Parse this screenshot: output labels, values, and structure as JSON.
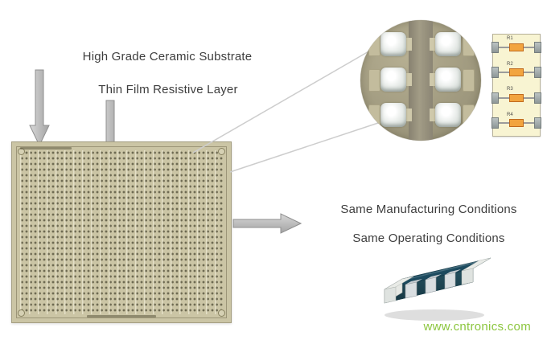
{
  "labels": {
    "heading_substrate": "High Grade Ceramic Substrate",
    "heading_thin_film": "Thin Film Resistive Layer",
    "heading_manufacturing": "Same Manufacturing Conditions",
    "heading_operating": "Same Operating Conditions"
  },
  "schematic": {
    "resistors": [
      "R1",
      "R2",
      "R3",
      "R4"
    ]
  },
  "watermark": {
    "text": "www.cntronics.com",
    "color": "#8cc63e"
  },
  "colors": {
    "heading_text": "#3e3e3e",
    "arrow_gray": "#b5b5b5",
    "substrate_base": "#cbc5a5",
    "magnifier_base": "#a39d81",
    "schematic_card": "#f8f4d2",
    "resistor_body": "#f2a43f",
    "chip_top": "#1c4a5e",
    "terminal_silver": "#d9dee1"
  },
  "icons": {
    "down_arrow": "down-arrow",
    "right_arrow": "right-arrow",
    "magnifier": "magnifier-circle"
  }
}
